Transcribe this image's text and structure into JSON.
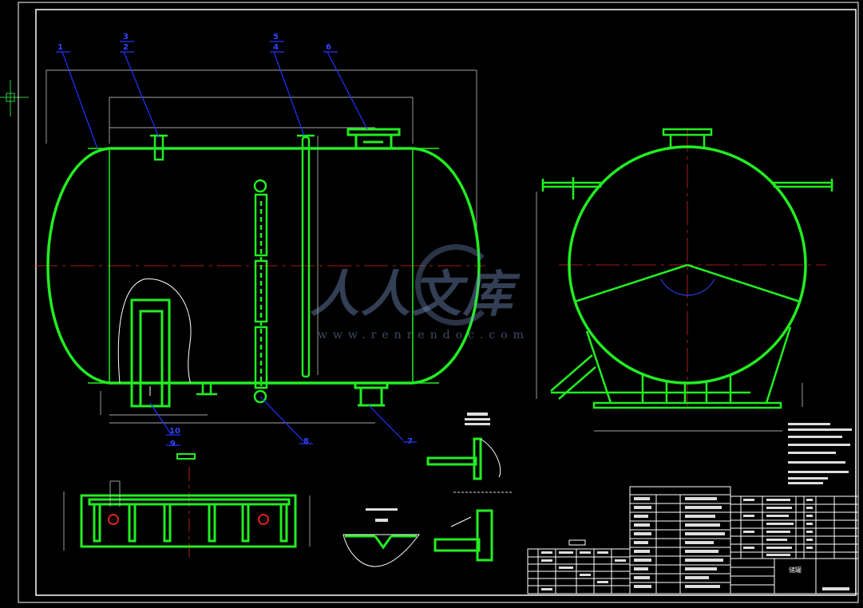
{
  "drawing": {
    "part_labels": {
      "p1": "1",
      "p2": "2",
      "p3": "3",
      "p4": "4",
      "p5": "5",
      "p6": "6",
      "p7": "7",
      "p8": "8",
      "p9": "9",
      "p10": "10"
    },
    "title_block_label": "储罐",
    "colors": {
      "background": "#000000",
      "outline": "#ffffff",
      "geometry": "#22ee22",
      "leader": "#2233ff",
      "centerline": "#dd2222",
      "label": "#3344ff"
    }
  },
  "watermark": {
    "text": "人人文库",
    "url": "www.renrendoc.com"
  }
}
